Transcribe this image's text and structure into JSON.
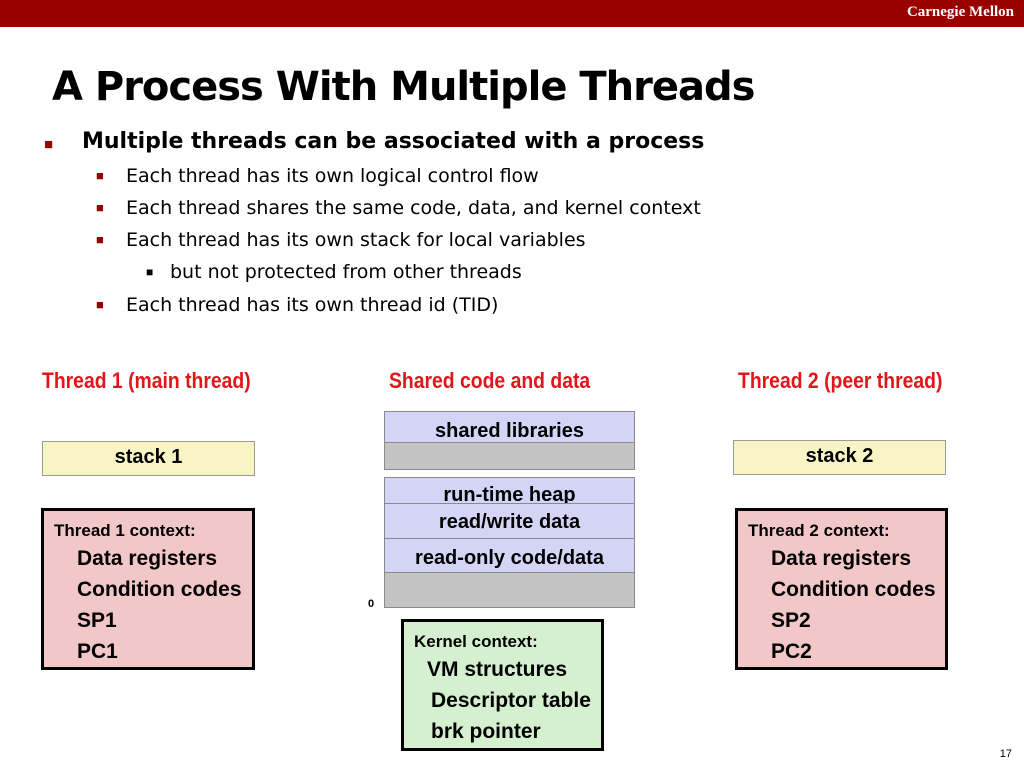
{
  "header": {
    "brand": "Carnegie Mellon"
  },
  "title": "A Process With Multiple Threads",
  "bullets": {
    "main": "Multiple threads can be associated with a process",
    "sub": [
      "Each thread has its own logical control flow",
      "Each thread shares the same code, data, and kernel context",
      "Each thread has its own stack for local variables",
      "Each thread has its own thread id (TID)"
    ],
    "subsub": "but not protected from other threads"
  },
  "columns": {
    "thread1": "Thread 1 (main thread)",
    "shared": "Shared code and data",
    "thread2": "Thread 2 (peer thread)"
  },
  "stacks": {
    "stack1": "stack 1",
    "stack2": "stack 2"
  },
  "memory": {
    "shared_libraries": "shared libraries",
    "heap": "run-time heap",
    "rw": "read/write data",
    "ro": "read-only code/data",
    "zero": "0"
  },
  "thread1_context": {
    "heading": "Thread 1 context:",
    "lines": [
      "Data registers",
      "Condition codes",
      "SP1",
      "PC1"
    ]
  },
  "thread2_context": {
    "heading": "Thread 2 context:",
    "lines": [
      "Data registers",
      "Condition codes",
      "SP2",
      "PC2"
    ]
  },
  "kernel_context": {
    "heading": "Kernel context:",
    "lines": [
      "VM structures",
      "Descriptor table",
      "brk pointer"
    ]
  },
  "page_number": "17",
  "colors": {
    "brand_red": "#990000",
    "heading_red": "#e0161b",
    "stack": "#f8f4c4",
    "memory": "#d4d4f7",
    "context": "#f2c7c8",
    "kernel": "#d4f0cf"
  }
}
